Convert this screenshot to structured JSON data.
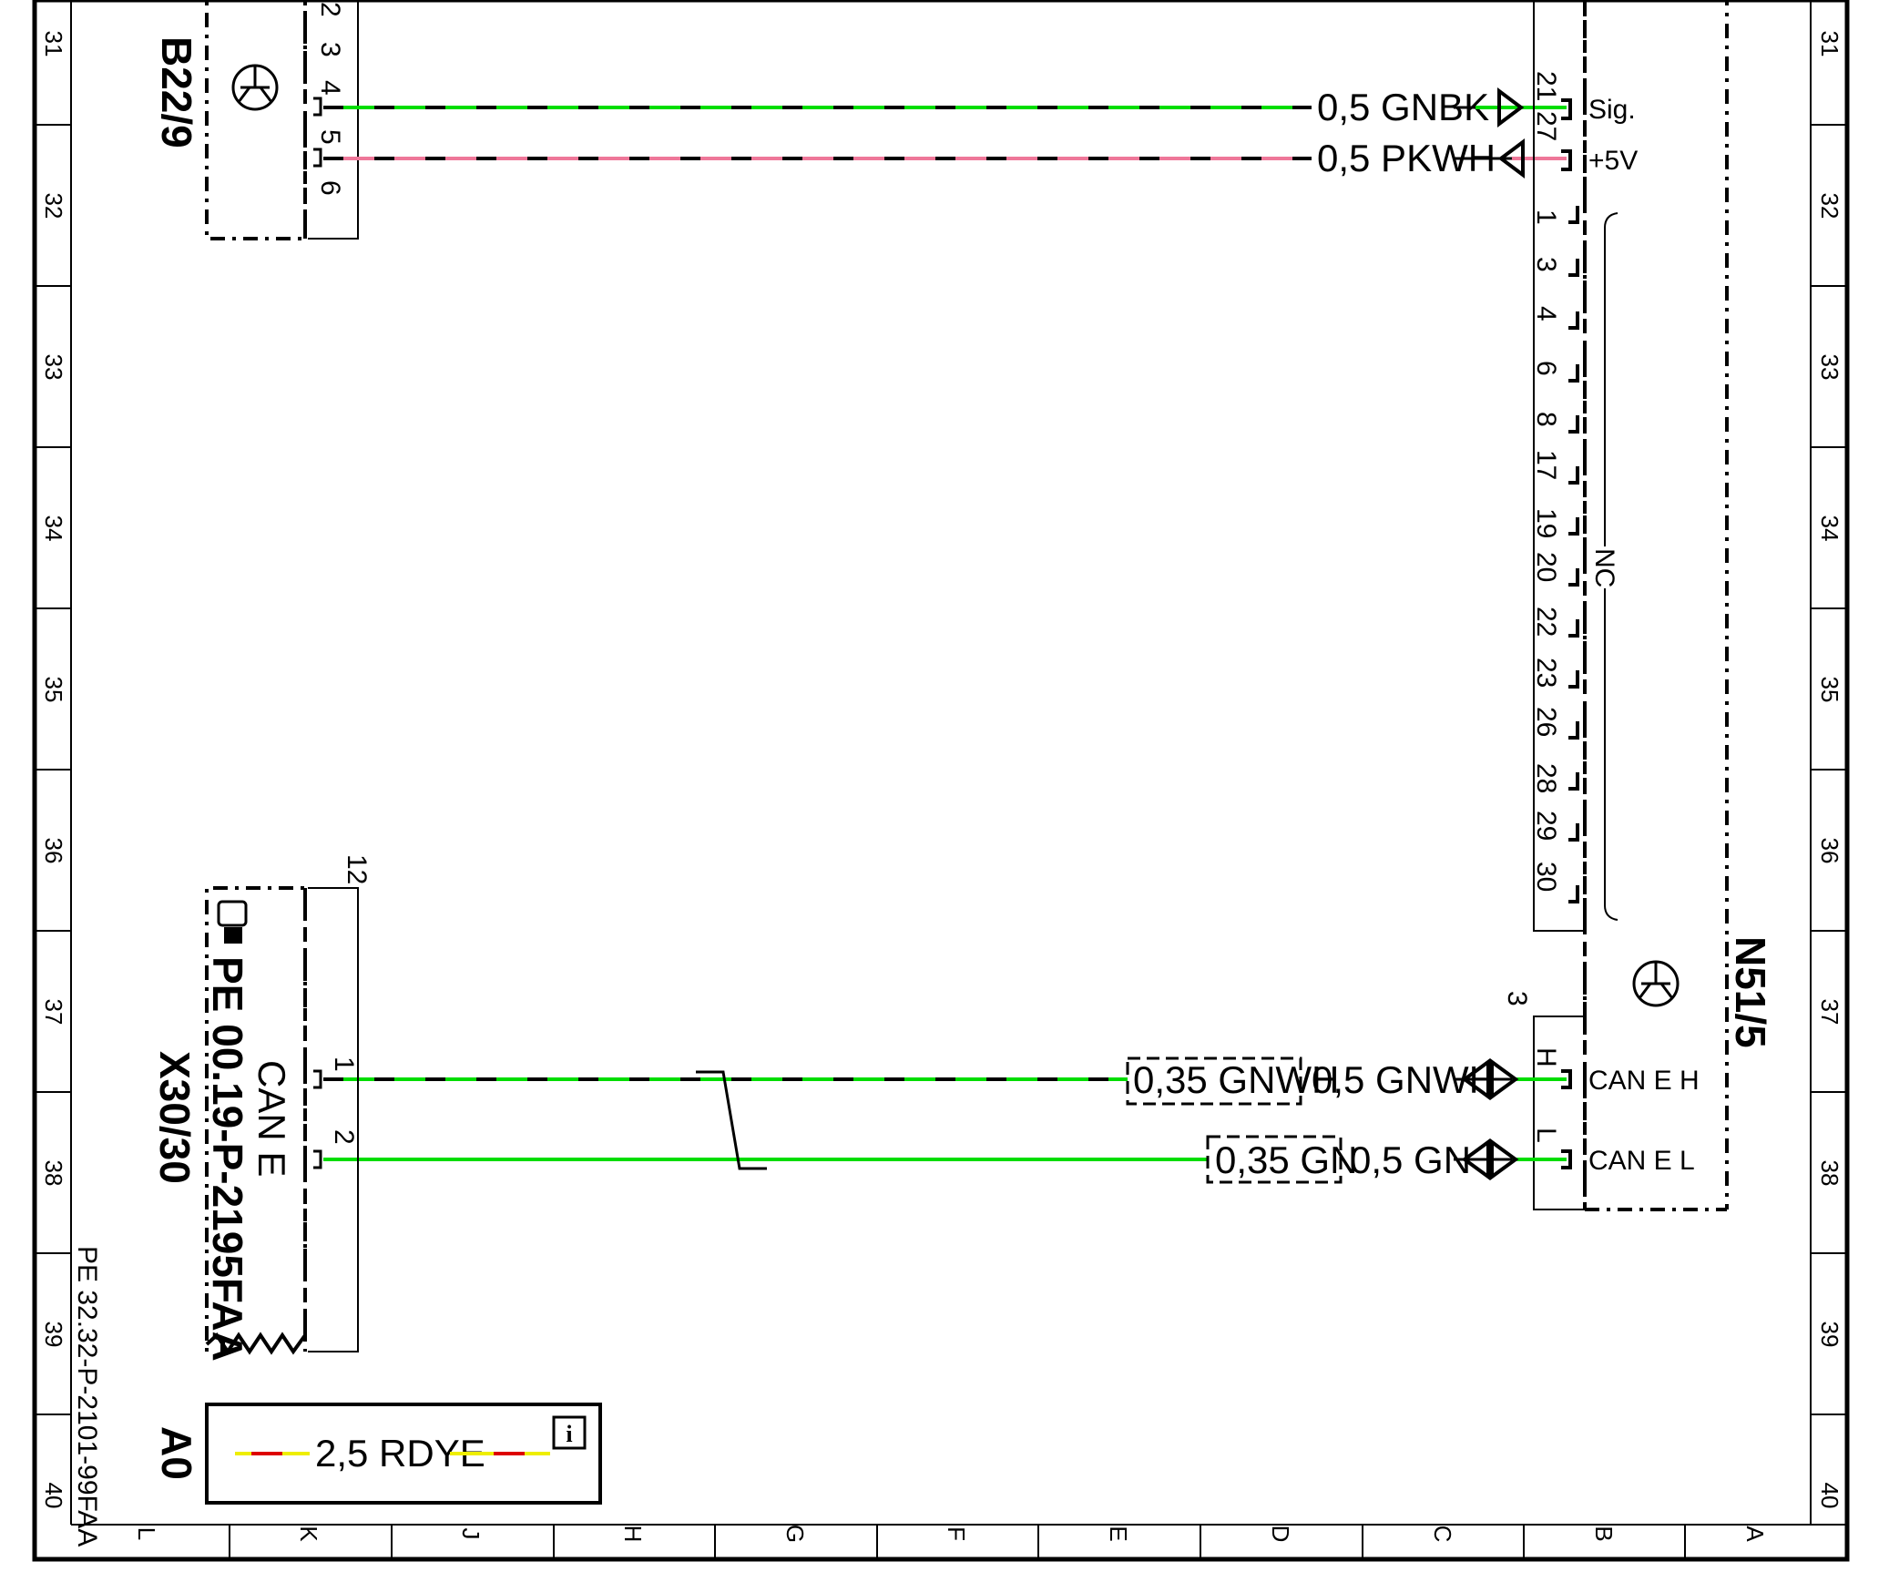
{
  "grid": {
    "rows": [
      "31",
      "32",
      "33",
      "34",
      "35",
      "36",
      "37",
      "38",
      "39",
      "40"
    ],
    "columns": [
      "L",
      "K",
      "J",
      "H",
      "G",
      "F",
      "E",
      "D",
      "C",
      "B",
      "A"
    ]
  },
  "page_reference": "PE 32.32-P-2101-99FAA",
  "components": {
    "sensor_b22_9": {
      "label": "B22/9",
      "pins": [
        "2",
        "3",
        "4",
        "5",
        "6"
      ]
    },
    "control_unit_n51_5": {
      "label": "N51/5",
      "connector_top_pins": [
        "21",
        "27",
        "1",
        "3",
        "4",
        "6",
        "8",
        "17",
        "19",
        "20",
        "22",
        "23",
        "26",
        "28",
        "29",
        "30"
      ],
      "connector_bottom_number": "3",
      "connector_bottom_pins": [
        "H",
        "L"
      ],
      "signal_labels": [
        "Sig.",
        "+5V",
        "CAN E H",
        "CAN E L"
      ],
      "nc_label": "NC"
    },
    "connector_x30_30": {
      "label": "X30/30",
      "reference": "PE 00.19-P-2195FAA",
      "bus_name": "CAN E",
      "connector_number": "12",
      "pins": [
        "1",
        "2"
      ]
    },
    "legend_a0": {
      "label": "A0",
      "wire_label": "2,5 RDYE",
      "info_icon": "info-icon"
    }
  },
  "wires": [
    {
      "label": "0,5 GNBK",
      "color": "#00dd00",
      "stripe": "#000000"
    },
    {
      "label": "0,5 PKWH",
      "color": "#ee7799",
      "stripe": "#000000"
    },
    {
      "label": "0,5 GNWH",
      "alt_label": "0,35 GNWH",
      "color": "#00dd00",
      "stripe": "#000000"
    },
    {
      "label": "0,5 GN",
      "alt_label": "0,35 GN",
      "color": "#00dd00",
      "stripe": ""
    }
  ],
  "colors": {
    "line": "#000000",
    "green": "#00dd00",
    "pink": "#ee7799",
    "red": "#dd0000",
    "yellow": "#eeee00"
  }
}
